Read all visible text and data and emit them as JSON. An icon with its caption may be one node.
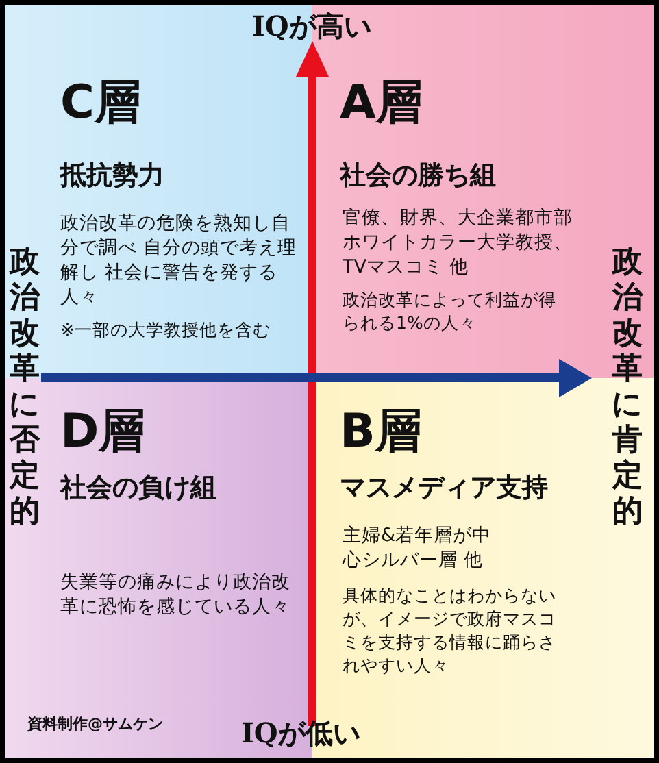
{
  "diagram": {
    "nodes": [
      {
        "text": [
          "C層",
          "抵抗勢力",
          "政治改革の危険を熟知し自分で調べ 自分の頭で考え理解し 社会に警告を発する人々",
          "※一部の大学教授他を含む"
        ]
      },
      {
        "text": [
          "A層",
          "社会の勝ち組",
          "官僚、財界、大企業都市部ホワイトカラー大学教授、TVマスコミ 他",
          "政治改革によって利益が得られる1%の人々"
        ]
      },
      {
        "text": [
          "D層",
          "社会の負け組",
          "失業等の痛みにより政治改革に恐怖を感じている人々"
        ]
      },
      {
        "text": [
          "B層",
          "マスメディア支持",
          "主婦&若年層が中心シルバー層 他",
          "具体的なことはわからないが、イメージで政府マスコミを支持する情報に踊らされやすい人々"
        ]
      }
    ],
    "edges": [],
    "labels": [
      "IQが高い",
      "政治改革に否定的",
      "政治改革に肯定的",
      "資料制作@サムケン",
      "IQが低い"
    ]
  }
}
